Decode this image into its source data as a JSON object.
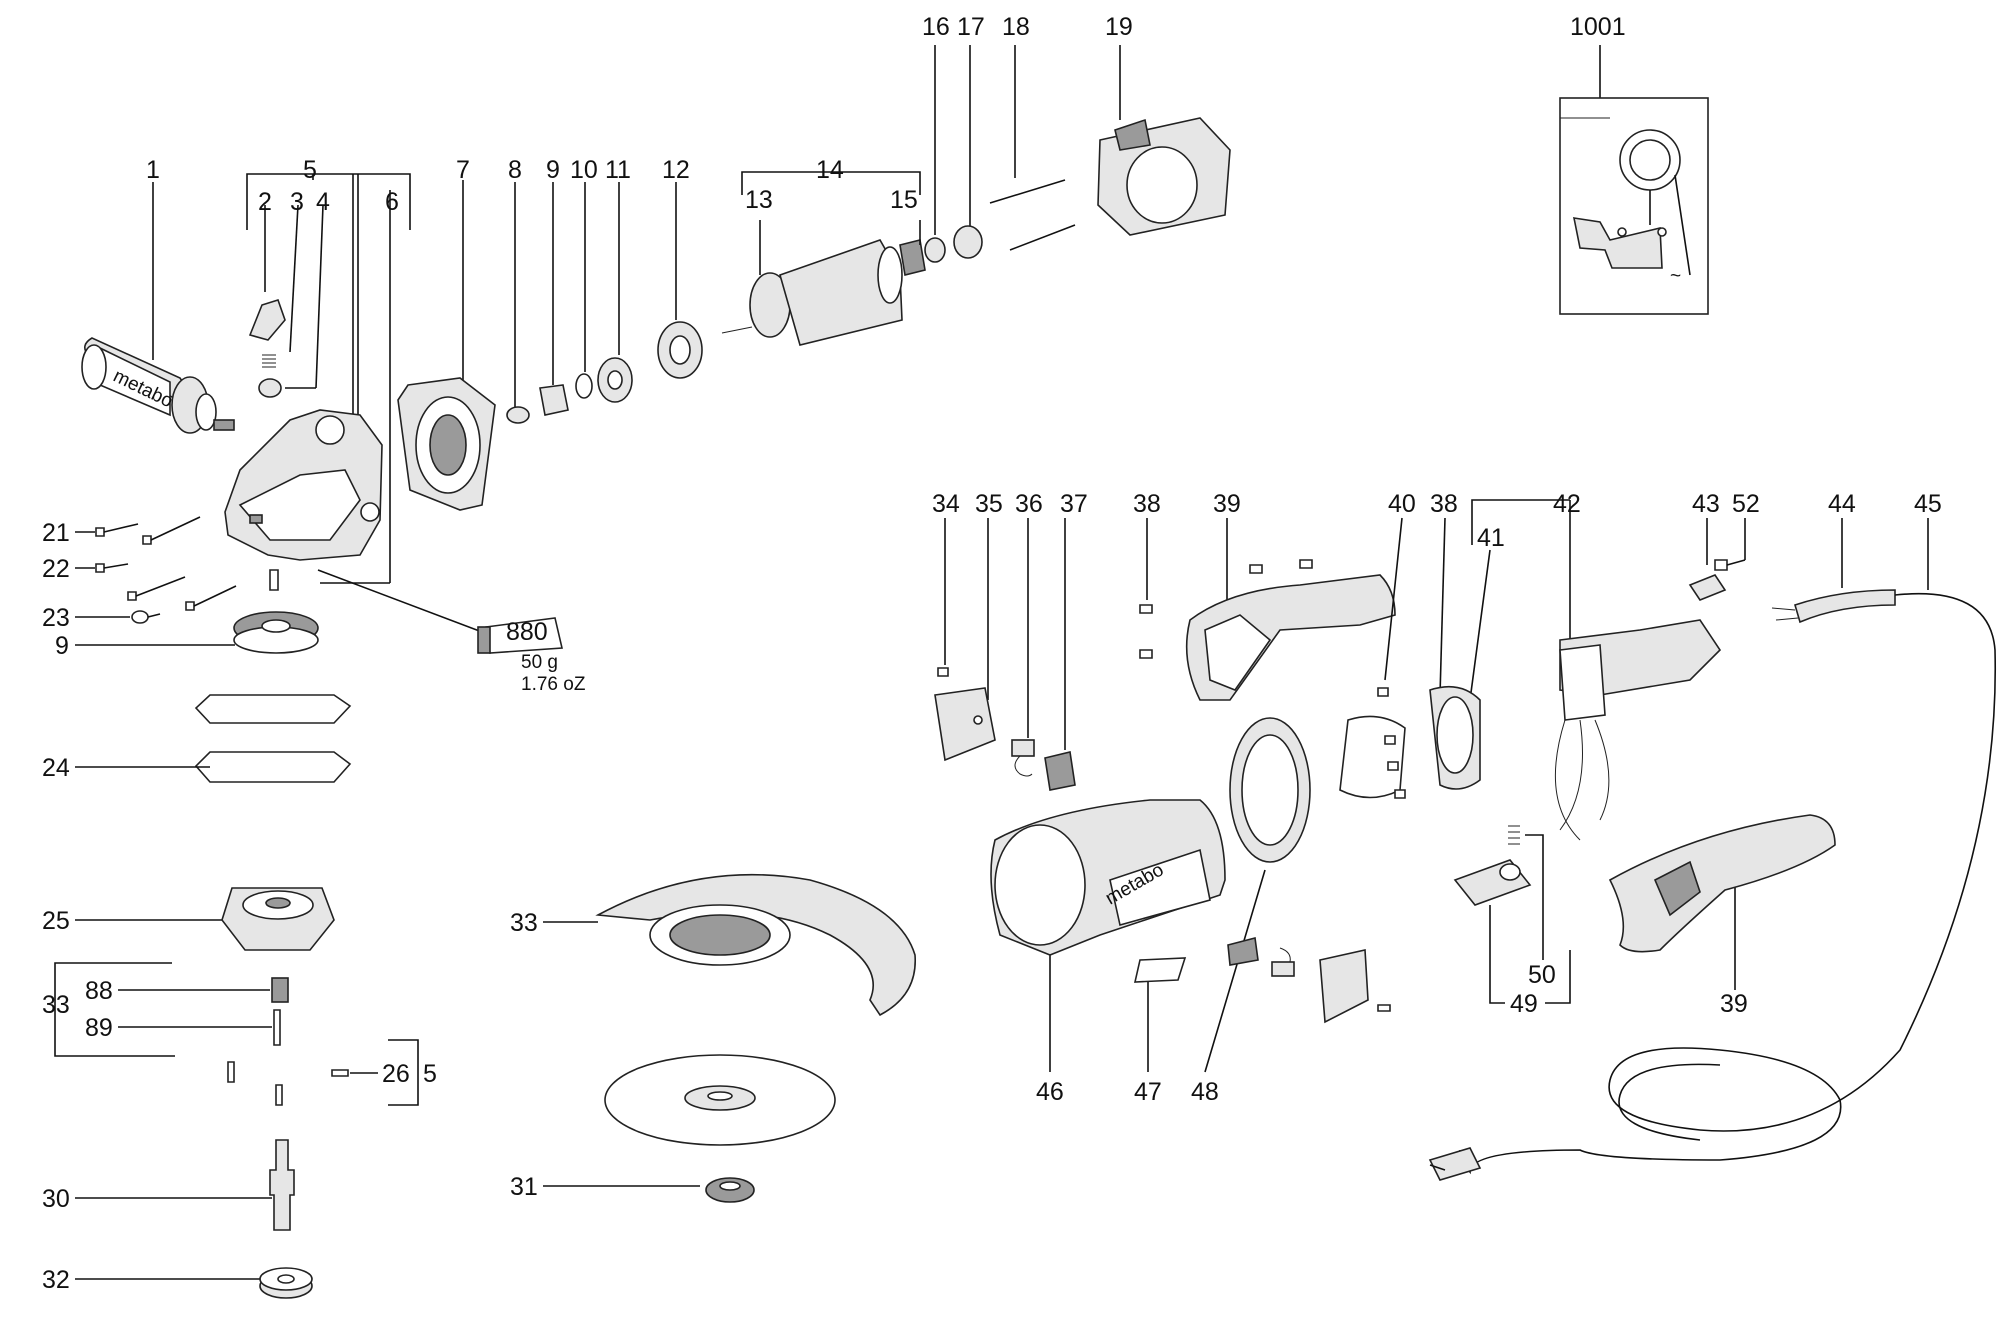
{
  "labels": {
    "l1": "1",
    "l2": "2",
    "l3": "3",
    "l4": "4",
    "l5a": "5",
    "l6": "6",
    "l7": "7",
    "l8": "8",
    "l9a": "9",
    "l10": "10",
    "l11": "11",
    "l12": "12",
    "l13": "13",
    "l14": "14",
    "l15": "15",
    "l16": "16",
    "l17": "17",
    "l18": "18",
    "l19": "19",
    "l1001": "1001",
    "l21": "21",
    "l22": "22",
    "l23": "23",
    "l9b": "9",
    "l24": "24",
    "l25": "25",
    "l33a": "33",
    "l88": "88",
    "l89": "89",
    "l26": "26",
    "l5b": "5",
    "l30": "30",
    "l32": "32",
    "l33b": "33",
    "l31": "31",
    "l34": "34",
    "l35": "35",
    "l36": "36",
    "l37": "37",
    "l38a": "38",
    "l39a": "39",
    "l40": "40",
    "l38b": "38",
    "l41": "41",
    "l42": "42",
    "l43": "43",
    "l52": "52",
    "l44": "44",
    "l45": "45",
    "l46": "46",
    "l47": "47",
    "l48": "48",
    "l49": "49",
    "l50": "50",
    "l39b": "39"
  },
  "grease_tube": {
    "code": "880",
    "weight_metric": "50 g",
    "weight_imperial": "1.76 oZ"
  },
  "brand_marks": [
    "metabo",
    "metabo"
  ]
}
